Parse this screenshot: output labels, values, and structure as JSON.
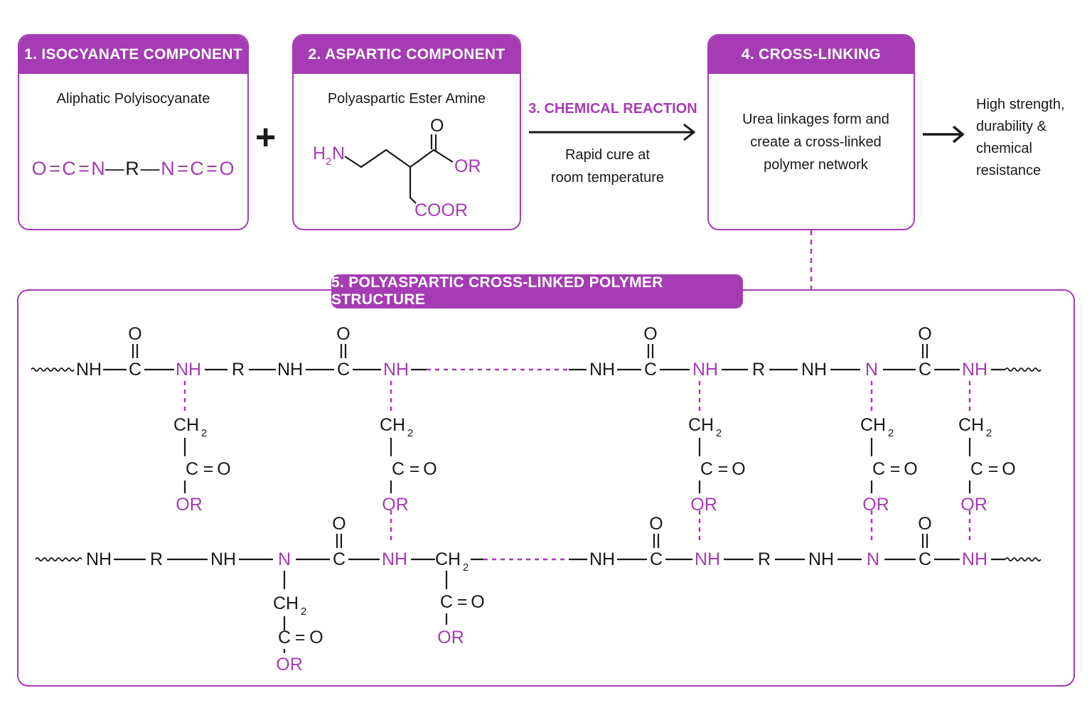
{
  "iso": {
    "title": "1. ISOCYANATE COMPONENT",
    "subtitle": "Aliphatic Polyisocyanate",
    "formula": [
      "O",
      "=",
      "C",
      "=",
      "N",
      "—",
      "R",
      "—",
      "N",
      "=",
      "C",
      "=",
      "O"
    ]
  },
  "plus": "+",
  "asp": {
    "title": "2. ASPARTIC COMPONENT",
    "subtitle": "Polyaspartic Ester Amine",
    "labels": {
      "h": "H",
      "sub2": "2",
      "n": "N",
      "o": "O",
      "or": "OR",
      "coor": "COOR"
    }
  },
  "reaction": {
    "title": "3. CHEMICAL REACTION",
    "line1": "Rapid cure at",
    "line2": "room temperature"
  },
  "crosslink": {
    "title": "4. CROSS-LINKING",
    "line1": "Urea linkages form and",
    "line2": "create a cross-linked",
    "line3": "polymer network"
  },
  "result": {
    "line1": "High strength,",
    "line2": "durability &",
    "line3": "chemical",
    "line4": "resistance"
  },
  "structure": {
    "title": "5. POLYASPARTIC CROSS-LINKED POLYMER STRUCTURE",
    "labels": {
      "nh": "NH",
      "n": "N",
      "c": "C",
      "o": "O",
      "r": "R",
      "or": "OR",
      "ch": "CH",
      "sub2": "2",
      "co": "C=O",
      "wave": "~~~~"
    }
  },
  "colors": {
    "accent": "#a53cb4",
    "text": "#1a1a1a",
    "background": "#ffffff"
  }
}
